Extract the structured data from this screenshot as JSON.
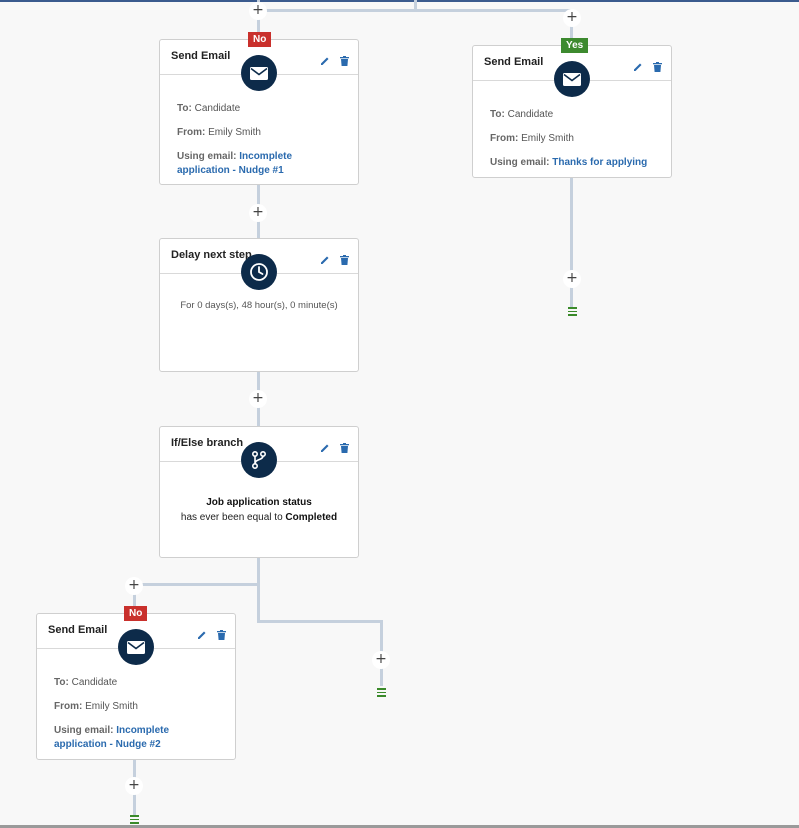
{
  "plus": "+",
  "badges": {
    "no": "No",
    "yes": "Yes"
  },
  "cards": {
    "email_no_top": {
      "title": "Send Email",
      "to_label": "To:",
      "to_value": "Candidate",
      "from_label": "From:",
      "from_value": "Emily Smith",
      "using_label": "Using email:",
      "using_value": "Incomplete application - Nudge #1"
    },
    "email_yes": {
      "title": "Send Email",
      "to_label": "To:",
      "to_value": "Candidate",
      "from_label": "From:",
      "from_value": "Emily Smith",
      "using_label": "Using email:",
      "using_value": "Thanks for applying"
    },
    "delay": {
      "title": "Delay next step",
      "text": "For 0 days(s), 48 hour(s), 0 minute(s)"
    },
    "branch": {
      "title": "If/Else branch",
      "condition_field": "Job application status",
      "condition_op": "has ever been equal to",
      "condition_value": "Completed"
    },
    "email_no_bottom": {
      "title": "Send Email",
      "to_label": "To:",
      "to_value": "Candidate",
      "from_label": "From:",
      "from_value": "Emily Smith",
      "using_label": "Using email:",
      "using_value": "Incomplete application - Nudge #2"
    }
  },
  "icons": {
    "edit": "pencil-icon",
    "delete": "trash-icon",
    "email": "envelope-icon",
    "delay": "clock-icon",
    "branch": "branch-icon",
    "end": "end-flow-icon"
  },
  "colors": {
    "accent": "#2a6aae",
    "icon_bg": "#0d2b4a",
    "no": "#c9302c",
    "yes": "#3d8a2f",
    "connector": "#c5d0dd"
  }
}
